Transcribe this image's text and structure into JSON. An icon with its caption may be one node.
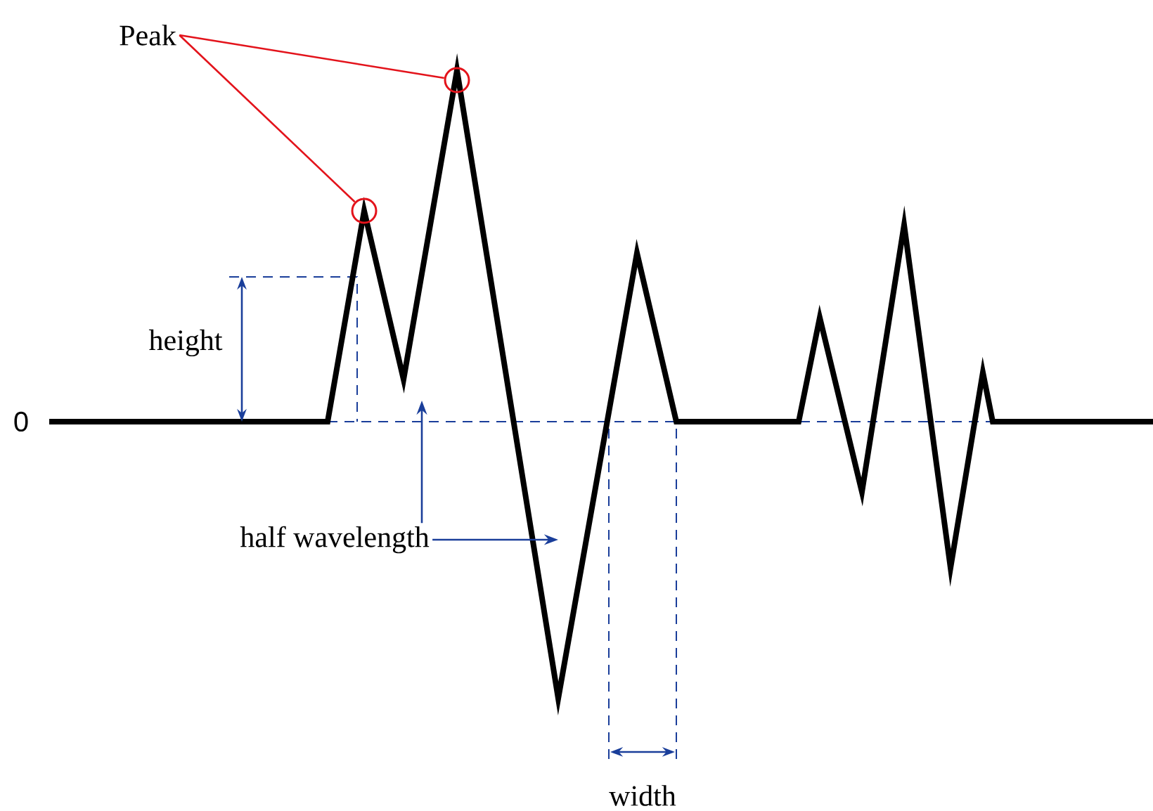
{
  "diagram": {
    "nodes": [
      {
        "text": [
          "Peak"
        ]
      },
      {
        "text": [],
        "shape": "circle"
      },
      {
        "text": [],
        "shape": "circle"
      },
      {
        "text": [
          "half wavelength"
        ]
      }
    ],
    "edges": [
      {
        "from": 0,
        "to": 1,
        "arrow": "none",
        "color": "#e3131b"
      },
      {
        "from": 0,
        "to": 2,
        "arrow": "none",
        "color": "#e3131b"
      },
      {
        "from": 3,
        "to": null,
        "arrow": "to",
        "color": "#1a3e9a"
      },
      {
        "from": 3,
        "to": null,
        "arrow": "to",
        "color": "#1a3e9a"
      }
    ],
    "labels": [
      "0",
      "height",
      "width"
    ]
  }
}
